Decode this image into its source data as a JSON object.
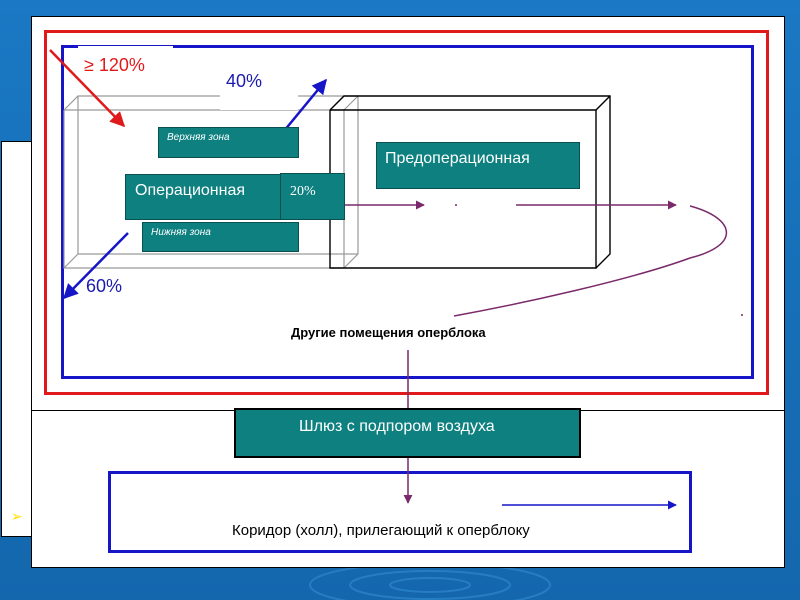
{
  "zones": {
    "upper": "Верхняя зона",
    "lower": "Нижняя зона"
  },
  "rooms": {
    "operating": "Операционная",
    "preoperative": "Предоперационная",
    "other": "Другие помещения оперблока",
    "airlock": "Шлюз с подпором воздуха",
    "corridor": "Коридор (холл), прилегающий к оперблоку"
  },
  "percentages": {
    "inflow": "≥ 120%",
    "upper_out": "40%",
    "lower_out": "60%",
    "to_preop": "20%"
  },
  "colors": {
    "teal": "#0f8080",
    "red": "#e01a1a",
    "blue": "#1616c8",
    "arrow_purple": "#7a2a6a",
    "background": "#1670b8",
    "bullet": "#ffe000"
  },
  "bullet_glyph": "➢"
}
